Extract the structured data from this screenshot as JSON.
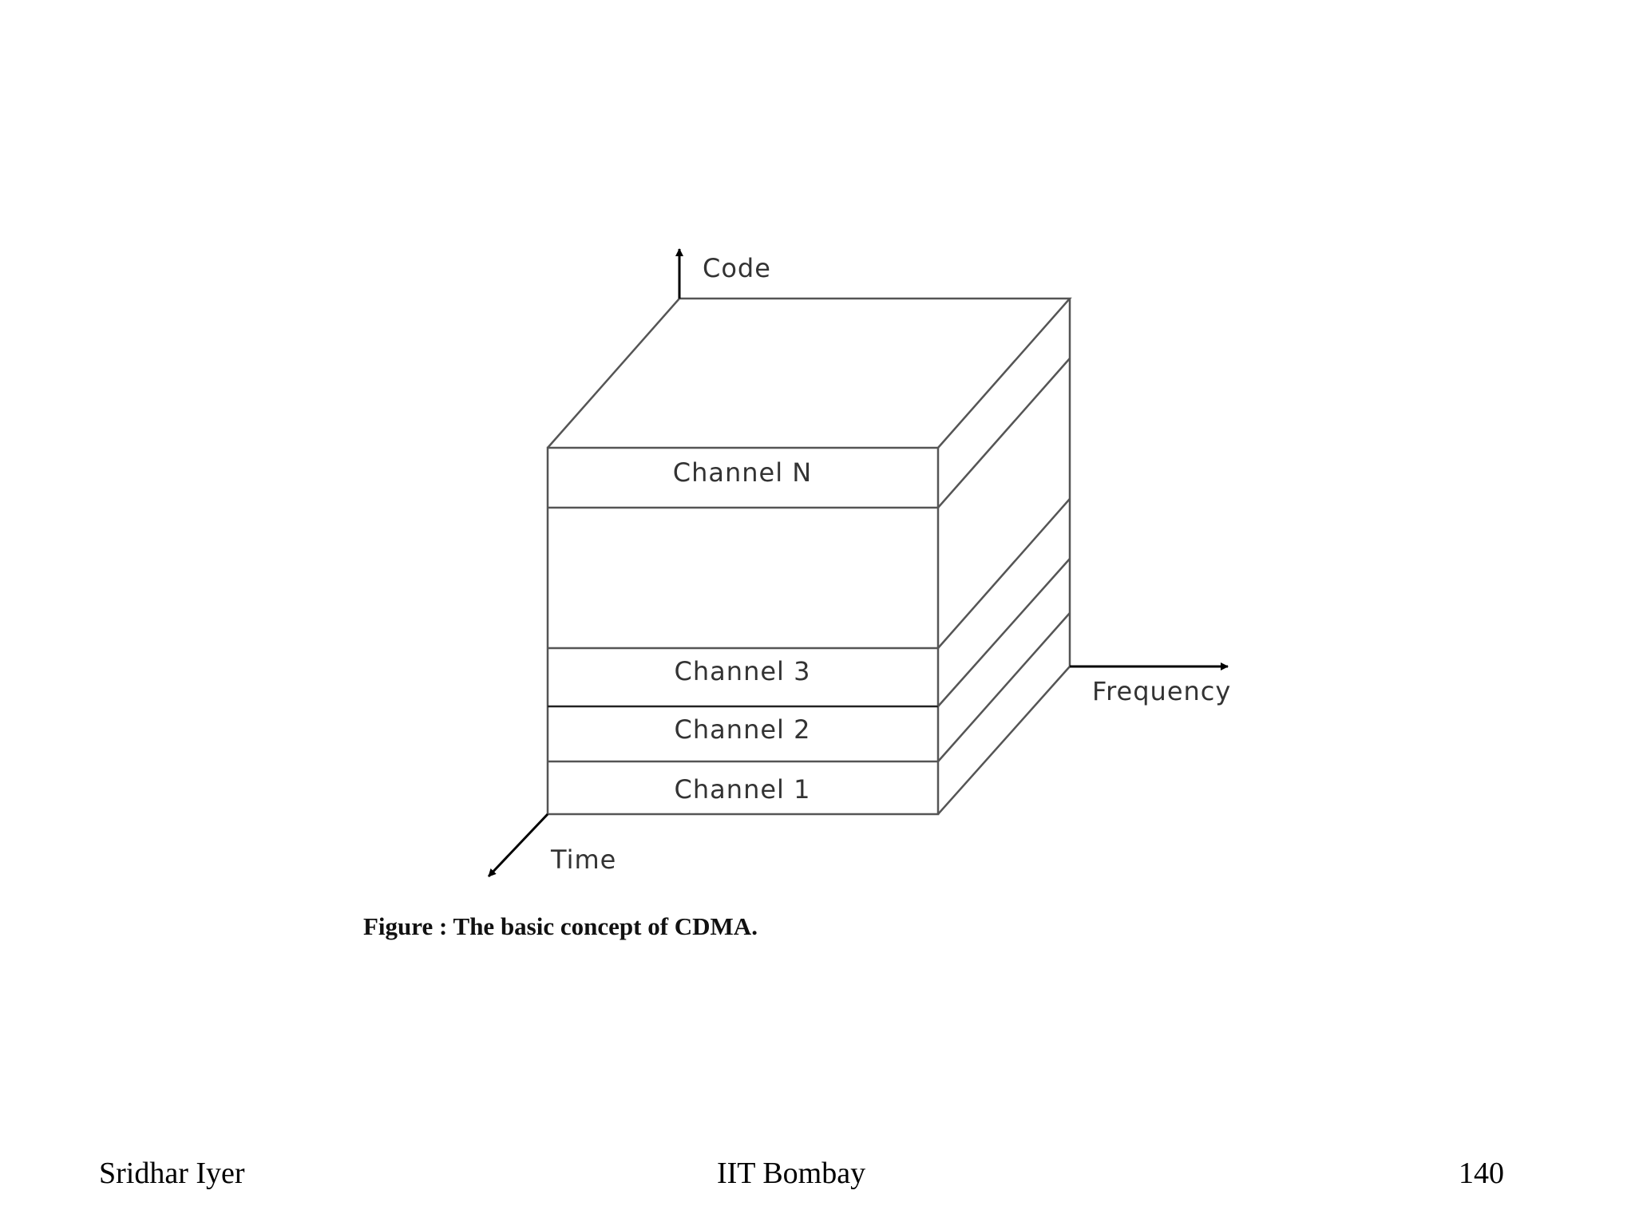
{
  "diagram": {
    "axes": {
      "code": "Code",
      "frequency": "Frequency",
      "time": "Time"
    },
    "channels": [
      "Channel 1",
      "Channel 2",
      "Channel 3",
      "Channel N"
    ],
    "caption": "Figure : The basic concept of CDMA."
  },
  "footer": {
    "author": "Sridhar Iyer",
    "institution": "IIT Bombay",
    "page_number": "140"
  }
}
